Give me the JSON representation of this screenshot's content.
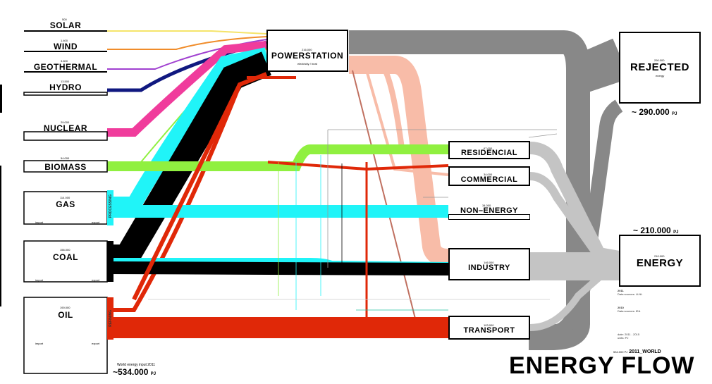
{
  "title": "ENERGY FLOW",
  "edition": "2011_WORLD",
  "edition_prefix": "534.000 PJ",
  "sources": [
    {
      "name": "SOLAR",
      "value": "500"
    },
    {
      "name": "WIND",
      "value": "1.400"
    },
    {
      "name": "GEOTHERMAL",
      "value": "3.600"
    },
    {
      "name": "HYDRO",
      "value": "13.500"
    },
    {
      "name": "NUCLEAR",
      "value": "29.000"
    },
    {
      "name": "BIOMASS",
      "value": "54.000"
    },
    {
      "name": "GAS",
      "value": "114.000"
    },
    {
      "name": "COAL",
      "value": "156.000"
    },
    {
      "name": "OIL",
      "value": "190.000"
    }
  ],
  "import_export": {
    "import": "import",
    "export": "export"
  },
  "processing_label": "PROCESSING",
  "refining_label": "REFINING",
  "powerstation": {
    "title": "POWERSTATION",
    "value": "216.000",
    "subtitle": "electricity / heat"
  },
  "sectors": [
    {
      "name": "RESIDENCIAL",
      "value": "67.000"
    },
    {
      "name": "COMMERCIAL",
      "value": "34.000"
    },
    {
      "name": "NON–ENERGY",
      "value": "34.000"
    },
    {
      "name": "INDUSTRY",
      "value": "146.000"
    },
    {
      "name": "TRANSPORT",
      "value": "103.000"
    }
  ],
  "rejected": {
    "title": "REJECTED",
    "value": "290.000",
    "subtitle": "energy",
    "total": "~ 290.000",
    "unit": "PJ"
  },
  "energy": {
    "title": "ENERGY",
    "value": "210.000",
    "total": "~ 210.000",
    "unit": "PJ"
  },
  "world_input": {
    "caption": "World energy input 2011",
    "total": "~534.000",
    "unit": "PJ"
  },
  "notes": {
    "year1": "2011",
    "source1": "Data sources: LLNL",
    "year2": "2010",
    "source2": "Data sources: IEA",
    "date": "date: 2011 - 2015",
    "units": "units: PJ"
  },
  "colors": {
    "solar": "#f5e46a",
    "wind": "#f08c2a",
    "geothermal": "#a040d0",
    "hydro": "#101880",
    "nuclear": "#f03c9c",
    "biomass": "#90f040",
    "gas": "#20f4f8",
    "coal": "#000000",
    "oil": "#e02808",
    "elec": "#f8bca8",
    "rejected": "#808080",
    "useful": "#c0c0c0"
  }
}
